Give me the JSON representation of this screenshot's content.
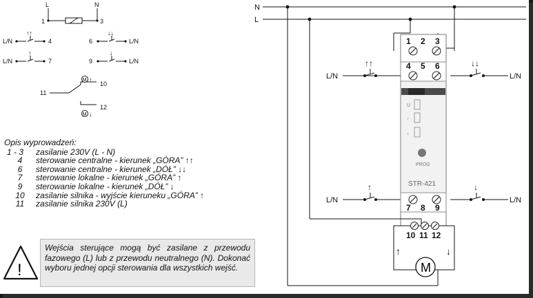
{
  "lines": {
    "n": "N",
    "l": "L"
  },
  "left_schematic": {
    "supply": {
      "l": "L",
      "n": "N",
      "pin_left": "1",
      "pin_right": "3"
    },
    "switches": [
      {
        "left": "L/N",
        "right": "4",
        "symbol": "↑↑"
      },
      {
        "left": "6",
        "right": "L/N",
        "symbol": "↓↓"
      },
      {
        "left": "L/N",
        "right": "7",
        "symbol": "↑"
      },
      {
        "left": "9",
        "right": "L/N",
        "symbol": "↓"
      }
    ],
    "relay": {
      "input": "11",
      "out_up": "10",
      "out_down": "12",
      "motor": "M",
      "up_arrow": "↑",
      "down_arrow": "↓"
    }
  },
  "legend": {
    "title": "Opis wyprowadzeń:",
    "rows": [
      {
        "num": "1 - 3",
        "text": "zasilanie 230V (L - N)"
      },
      {
        "num": "4",
        "text": "sterowanie centralne - kierunek „GÓRA” ↑↑"
      },
      {
        "num": "6",
        "text": "sterowanie centralne - kierunek „DÓŁ” ↓↓"
      },
      {
        "num": "7",
        "text": "sterowanie lokalne - kierunek „GÓRA” ↑"
      },
      {
        "num": "9",
        "text": "sterowanie lokalne - kierunek „DÓŁ” ↓"
      },
      {
        "num": "10",
        "text": "zasilanie silnika - wyjście kieruneku „GÓRA” ↑"
      },
      {
        "num": "11",
        "text": "zasilanie silnika 230V (L)"
      }
    ]
  },
  "warning": {
    "icon": "!",
    "text": "Wejścia sterujące mogą być zasilane z przewodu fazowego (L) lub z przewodu neutralnego (N). Dokonać wyboru jednej opcji sterowania dla wszystkich wejść."
  },
  "device": {
    "terminals_top": [
      "1",
      "2",
      "3"
    ],
    "terminals_mid": [
      "4",
      "5",
      "6"
    ],
    "terminals_bottom": [
      "7",
      "8",
      "9"
    ],
    "terminals_motor": [
      "10",
      "11",
      "12"
    ],
    "led_labels": [
      "U",
      "↑",
      "↓"
    ],
    "button_label": "PROG",
    "model": "STR-421",
    "motor": "M",
    "arrow_up": "↑",
    "arrow_down": "↓",
    "ln_labels": [
      "L/N",
      "L/N",
      "L/N",
      "L/N"
    ],
    "switch_symbols": [
      "↑↑",
      "↓↓",
      "↑",
      "↓"
    ]
  }
}
